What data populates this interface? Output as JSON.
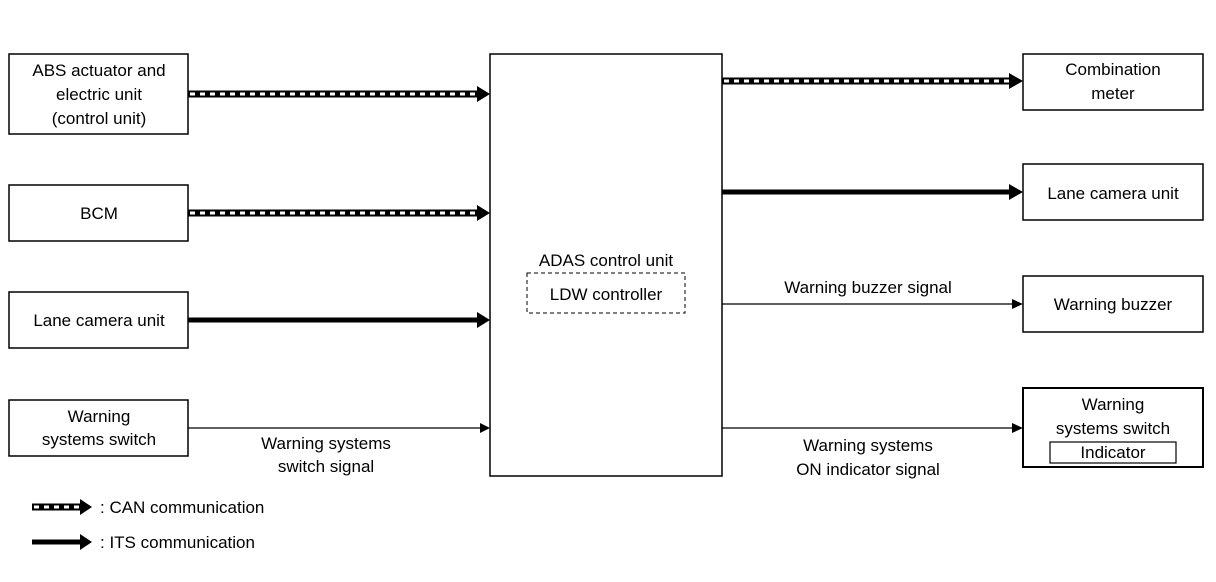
{
  "inputs": {
    "abs": {
      "lines": [
        "ABS actuator and",
        "electric unit",
        "(control unit)"
      ]
    },
    "bcm": {
      "lines": [
        "BCM"
      ]
    },
    "lane_camera": {
      "lines": [
        "Lane camera unit"
      ]
    },
    "warning_switch": {
      "lines": [
        "Warning",
        "systems switch"
      ]
    }
  },
  "center": {
    "title": "ADAS control unit",
    "sub": "LDW controller"
  },
  "outputs": {
    "combination_meter": {
      "lines": [
        "Combination",
        "meter"
      ]
    },
    "lane_camera": {
      "lines": [
        "Lane camera unit"
      ]
    },
    "warning_buzzer": {
      "lines": [
        "Warning buzzer"
      ]
    },
    "warning_switch": {
      "lines": [
        "Warning",
        "systems switch"
      ],
      "indicator": "Indicator"
    }
  },
  "signals": {
    "switch_signal": [
      "Warning systems",
      "switch signal"
    ],
    "buzzer_signal": "Warning buzzer signal",
    "on_indicator": [
      "Warning systems",
      "ON indicator signal"
    ]
  },
  "legend": {
    "can": ": CAN communication",
    "its": ": ITS communication"
  }
}
